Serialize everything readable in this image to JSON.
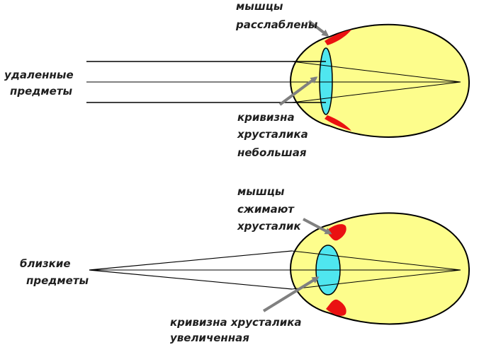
{
  "colors": {
    "eyeball_fill": "#fdfd8c",
    "lens_fill": "#4fe6ef",
    "muscle_fill": "#ea1111",
    "pointer_arrow": "#808080",
    "rays": "#000000",
    "outline": "#000000"
  },
  "top_panel": {
    "muscles_label_1": "мышцы",
    "muscles_label_2": "расслаблены",
    "objects_label_1": "удаленные",
    "objects_label_2": "предметы",
    "curvature_label_1": "кривизна",
    "curvature_label_2": "хрусталика",
    "curvature_label_3": "небольшая"
  },
  "bottom_panel": {
    "muscles_label_1": "мышцы",
    "muscles_label_2": "сжимают",
    "muscles_label_3": "хрусталик",
    "objects_label_1": "близкие",
    "objects_label_2": "предметы",
    "curvature_label_1": "кривизна хрусталика",
    "curvature_label_2": "увеличенная"
  }
}
